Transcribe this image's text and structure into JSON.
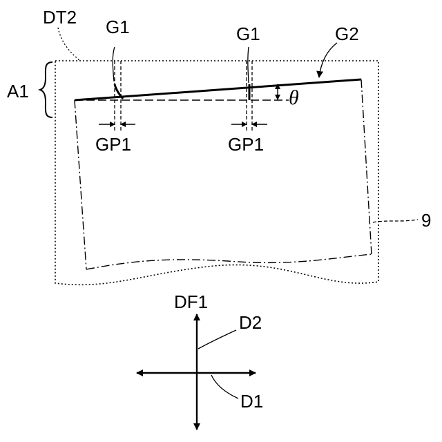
{
  "labels": {
    "dt2": "DT2",
    "a1": "A1",
    "g1_left": "G1",
    "g1_right": "G1",
    "g2": "G2",
    "theta": "θ",
    "gp1_left": "GP1",
    "gp1_right": "GP1",
    "ref_9": "9",
    "df1": "DF1",
    "d2": "D2",
    "d1": "D1"
  }
}
